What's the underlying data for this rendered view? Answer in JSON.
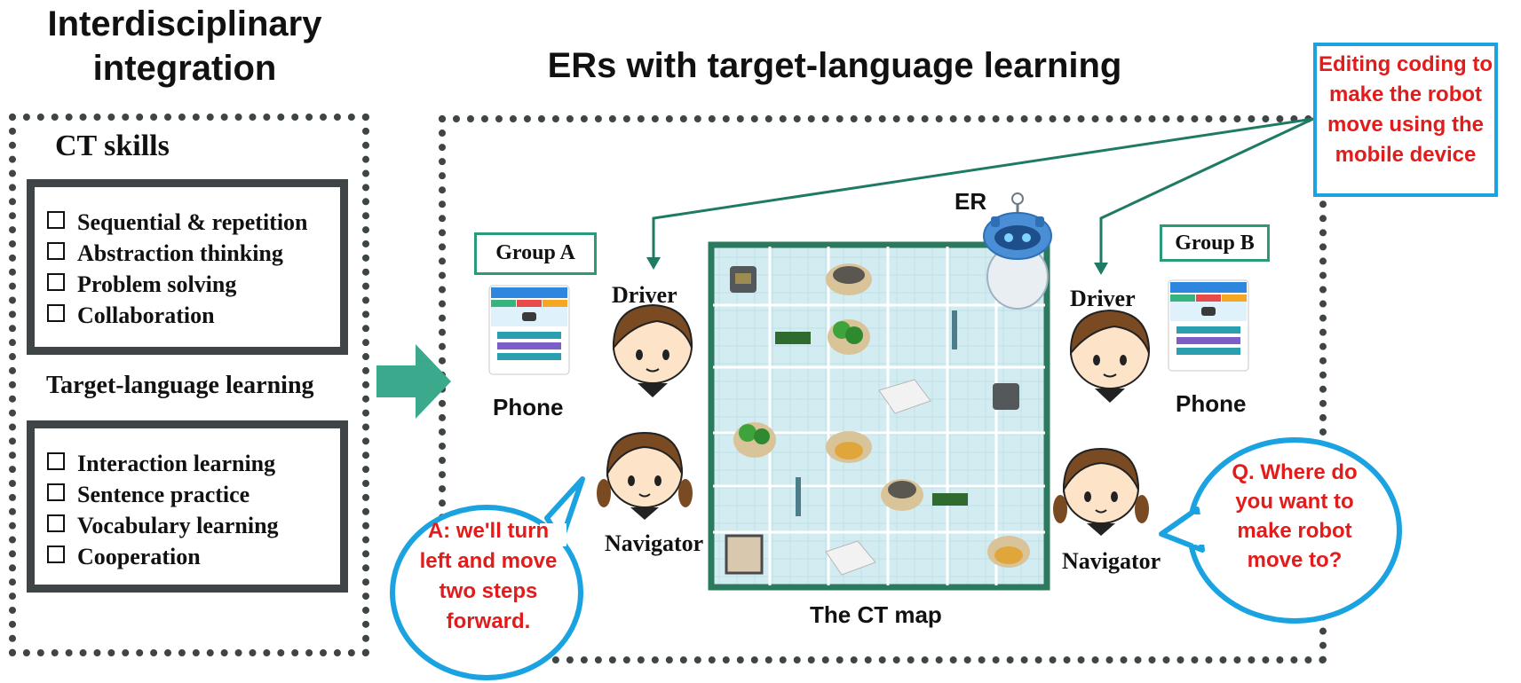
{
  "left_title": "Interdisciplinary integration",
  "main_title": "ERs with target-language learning",
  "ct_skills": {
    "title": "CT skills",
    "items": [
      "Sequential & repetition",
      "Abstraction thinking",
      "Problem solving",
      "Collaboration"
    ]
  },
  "target_language": {
    "title": "Target-language learning",
    "items": [
      "Interaction learning",
      "Sentence practice",
      "Vocabulary learning",
      "Cooperation"
    ]
  },
  "callout_top": "Editing coding to make the robot move using the mobile device",
  "group_a": "Group A",
  "group_b": "Group B",
  "phone_label": "Phone",
  "driver_label": "Driver",
  "navigator_label": "Navigator",
  "er_label": "ER",
  "map_caption": "The CT map",
  "bubble_a": "A: we'll turn left and move two steps forward.",
  "bubble_b": "Q. Where do you want to make robot move to?",
  "colors": {
    "arrow_green": "#3aa98c",
    "connector_green": "#1f7a64",
    "callout_blue": "#1aa3e0",
    "speech_red": "#e31b1b",
    "map_border": "#2b7a5e",
    "map_bg": "#cfe9ef"
  }
}
